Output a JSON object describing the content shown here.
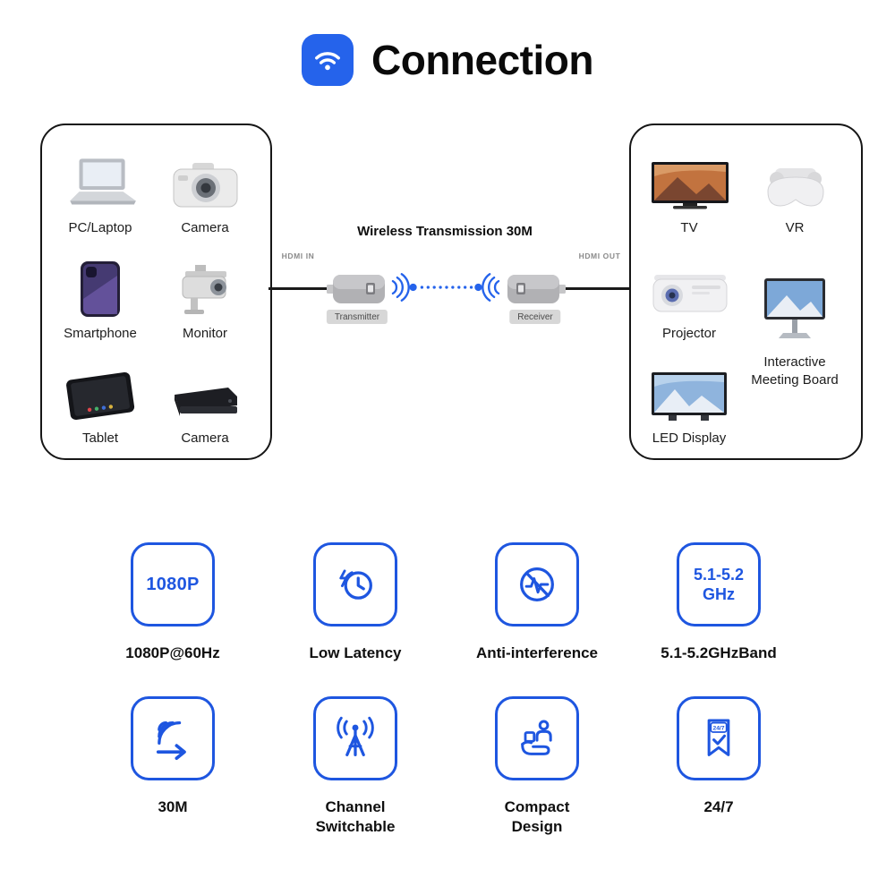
{
  "header": {
    "title": "Connection",
    "icon": "wifi-icon"
  },
  "diagram": {
    "title": "Wireless Transmission 30M",
    "hdmi_in_label": "HDMI IN",
    "hdmi_out_label": "HDMI OUT",
    "transmitter_label": "Transmitter",
    "receiver_label": "Receiver",
    "left_devices": [
      {
        "label": "PC/Laptop",
        "icon": "laptop-icon"
      },
      {
        "label": "Camera",
        "icon": "mirrorless-camera-icon"
      },
      {
        "label": "Smartphone",
        "icon": "smartphone-icon"
      },
      {
        "label": "Monitor",
        "icon": "surveillance-camera-icon"
      },
      {
        "label": "Tablet",
        "icon": "tablet-icon"
      },
      {
        "label": "Camera",
        "icon": "camera-box-icon"
      }
    ],
    "right_devices": [
      {
        "label": "TV",
        "icon": "tv-icon"
      },
      {
        "label": "VR",
        "icon": "vr-headset-icon"
      },
      {
        "label": "Projector",
        "icon": "projector-icon"
      },
      {
        "label": "Interactive\nMeeting Board",
        "icon": "meeting-board-icon"
      },
      {
        "label": "LED Display",
        "icon": "led-display-icon"
      }
    ]
  },
  "features": [
    {
      "label": "1080P@60Hz",
      "badge": "1080P",
      "icon": "resolution-badge"
    },
    {
      "label": "Low Latency",
      "icon": "clock-lightning-icon"
    },
    {
      "label": "Anti-interference",
      "icon": "anti-interference-icon"
    },
    {
      "label": "5.1-5.2GHzBand",
      "badge_line1": "5.1-5.2",
      "badge_line2": "GHz",
      "icon": "frequency-badge"
    },
    {
      "label": "30M",
      "icon": "distance-signal-icon"
    },
    {
      "label": "Channel\nSwitchable",
      "icon": "antenna-icon"
    },
    {
      "label": "Compact\nDesign",
      "icon": "compact-design-icon"
    },
    {
      "label": "24/7",
      "badge": "24/7",
      "icon": "ribbon-check-icon"
    }
  ],
  "colors": {
    "accent": "#1E56E0",
    "header_tile": "#2563EB",
    "signal": "#2563EB"
  }
}
